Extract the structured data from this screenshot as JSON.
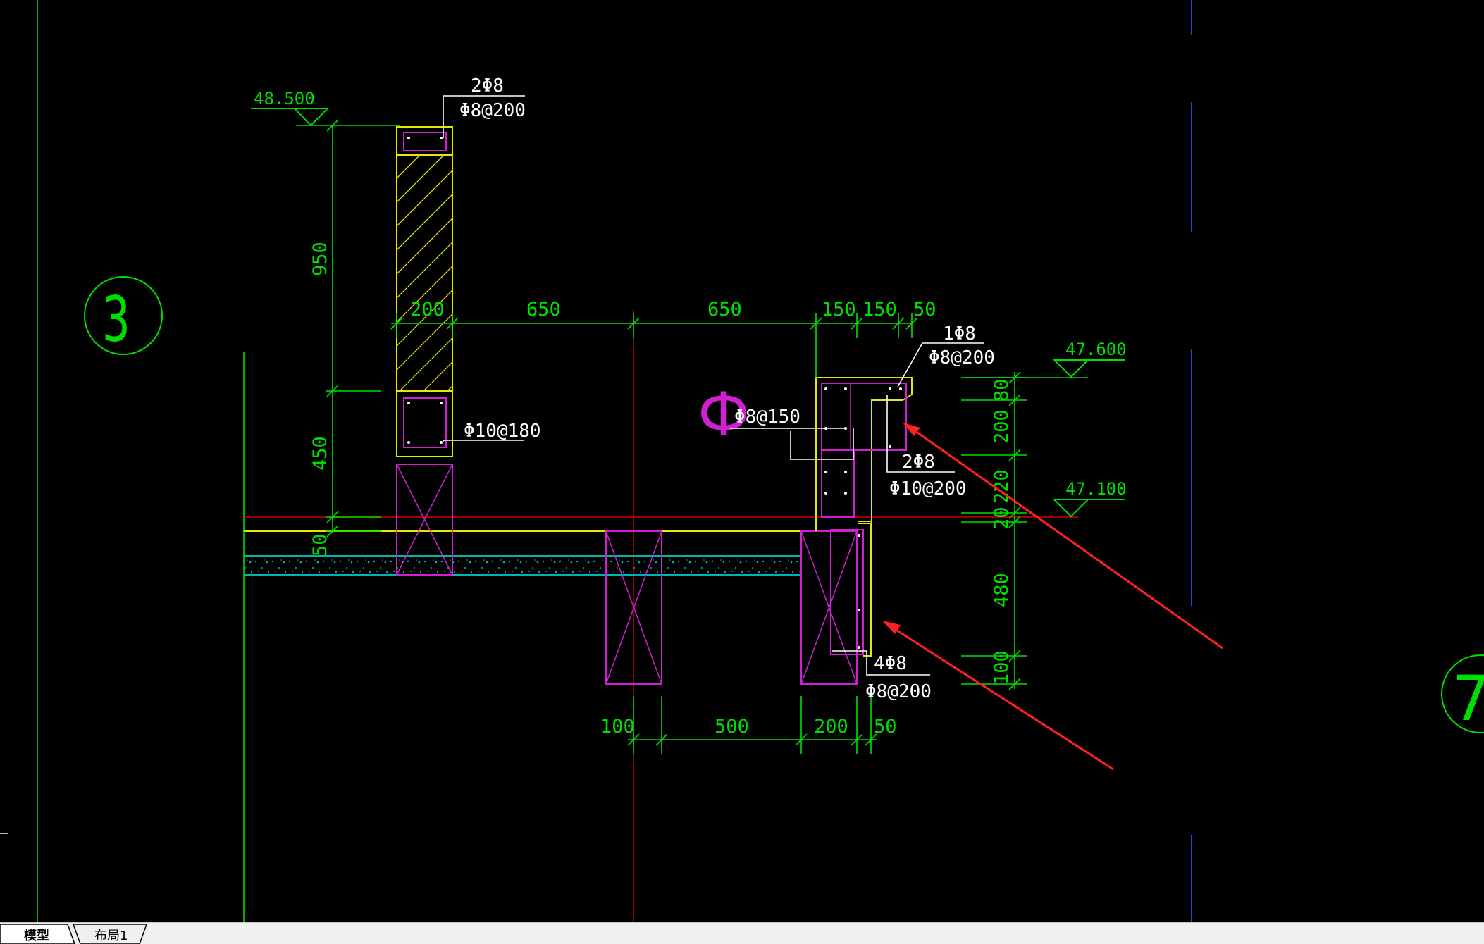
{
  "grid_axes": [
    {
      "id": "axis-3",
      "label": "3"
    },
    {
      "id": "axis-7",
      "label": "7"
    }
  ],
  "elevations": [
    {
      "id": "elev-48500",
      "label": "48.500"
    },
    {
      "id": "elev-47600",
      "label": "47.600"
    },
    {
      "id": "elev-47100",
      "label": "47.100"
    }
  ],
  "dimensions": {
    "left_vertical": [
      "950",
      "450",
      "50"
    ],
    "top_horizontal": [
      "200",
      "650",
      "650",
      "150",
      "150",
      "50"
    ],
    "bottom_horizontal": [
      "100",
      "500",
      "200",
      "50"
    ],
    "right_vertical": [
      "80",
      "200",
      "220",
      "20",
      "480",
      "100"
    ]
  },
  "rebar_labels": {
    "parapet_top_main": "2Φ8",
    "parapet_top_stirrup": "Φ8@200",
    "left_beam_stirrup": "Φ10@180",
    "gutter_top_main": "1Φ8",
    "gutter_top_stirrup": "Φ8@200",
    "gutter_slab": "Φ8@150",
    "gutter_mid_main": "2Φ8",
    "gutter_mid_stirrup": "Φ10@200",
    "beam_bottom_main": "4Φ8",
    "beam_bottom_stirrup": "Φ8@200"
  },
  "section_marker": "Ф",
  "colors": {
    "background": "#000000",
    "dimension": "#00e000",
    "outline": "#e6e600",
    "rebar": "#d020d0",
    "leader": "#ffffff",
    "axis_line": "#00b000",
    "red_line": "#cc0000",
    "annotation_arrow": "#ff2020",
    "slab_fill": "#00b4b4",
    "grid_blue": "#2f3fe0"
  },
  "tabs": [
    {
      "label": "模型",
      "active": true
    },
    {
      "label": "布局1",
      "active": false
    }
  ]
}
